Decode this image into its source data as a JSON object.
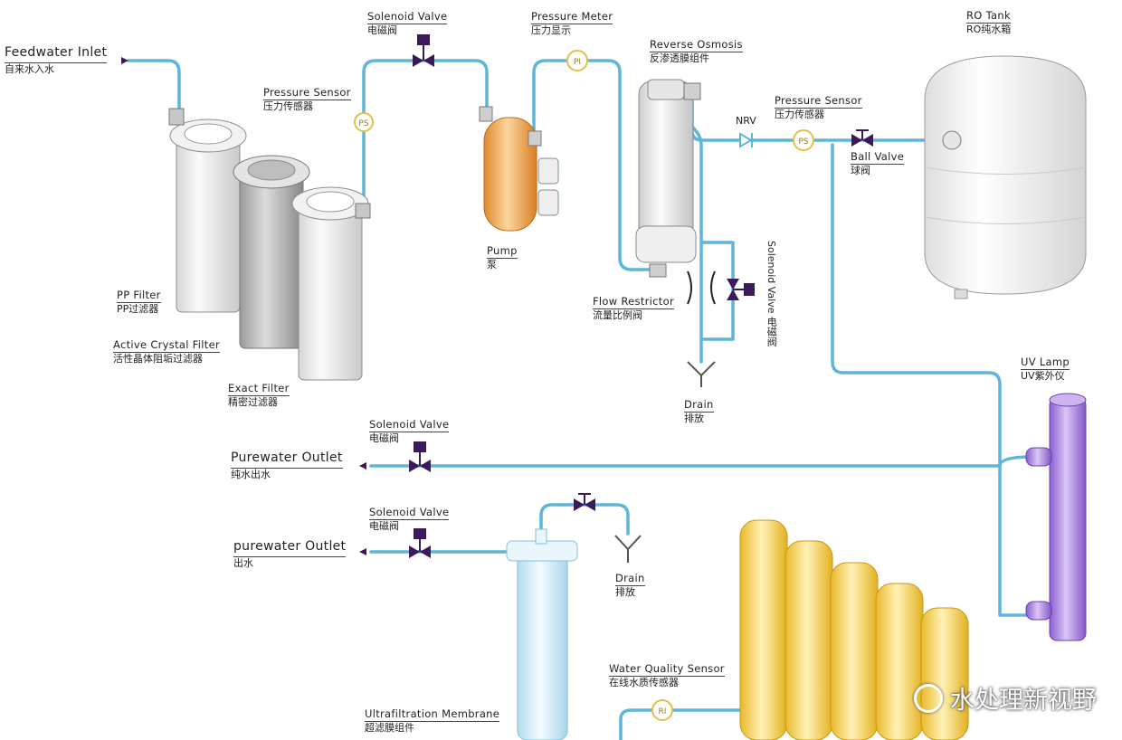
{
  "labels": {
    "feedwater": {
      "en": "Feedwater Inlet",
      "zh": "自来水入水"
    },
    "solenoid_top": {
      "en": "Solenoid Valve",
      "zh": "电磁阀"
    },
    "pressure_meter": {
      "en": "Pressure Meter",
      "zh": "压力显示"
    },
    "reverse_osmosis": {
      "en": "Reverse Osmosis",
      "zh": "反渗透膜组件"
    },
    "ro_tank": {
      "en": "RO Tank",
      "zh": "RO纯水箱"
    },
    "pressure_sensor_left": {
      "en": "Pressure Sensor",
      "zh": "压力传感器"
    },
    "pressure_sensor_right": {
      "en": "Pressure Sensor",
      "zh": "压力传感器"
    },
    "nrv": "NRV",
    "ball_valve": {
      "en": "Ball Valve",
      "zh": "球阀"
    },
    "pp_filter": {
      "en": "PP Filter",
      "zh": "PP过滤器"
    },
    "active_crystal": {
      "en": "Active Crystal Filter",
      "zh": "活性晶体阻垢过滤器"
    },
    "exact_filter": {
      "en": "Exact Filter",
      "zh": "精密过滤器"
    },
    "pump": {
      "en": "Pump",
      "zh": "泵"
    },
    "flow_restrictor": {
      "en": "Flow Restrictor",
      "zh": "流量比例阀"
    },
    "solenoid_vertical": {
      "en": "Solenoid Valve",
      "zh": "电磁阀"
    },
    "drain_upper": {
      "en": "Drain",
      "zh": "排放"
    },
    "uv_lamp": {
      "en": "UV Lamp",
      "zh": "UV紫外仪"
    },
    "solenoid_mid": {
      "en": "Solenoid Valve",
      "zh": "电磁阀"
    },
    "purewater_outlet_1": {
      "en": "Purewater Outlet",
      "zh": "纯水出水"
    },
    "solenoid_low": {
      "en": "Solenoid Valve",
      "zh": "电磁阀"
    },
    "purewater_outlet_2": {
      "en": "purewater Outlet",
      "zh": "出水"
    },
    "drain_lower": {
      "en": "Drain",
      "zh": "排放"
    },
    "water_quality": {
      "en": "Water Quality Sensor",
      "zh": "在线水质传感器"
    },
    "ultrafiltration": {
      "en": "Ultrafiltration Membrane",
      "zh": "超滤膜组件"
    }
  },
  "gauges": {
    "ps_left": "PS",
    "pi": "PI",
    "ps_right": "PS",
    "ri": "RI"
  },
  "watermark": "水处理新视野",
  "colors": {
    "pipe": "#5fb6d9",
    "valve": "#3b1a5c",
    "gauge_ring": "#e3c04a",
    "pump": "#f0a64a",
    "uv": "#b58ce8",
    "polish": "#f5d65a",
    "uf": "#cfeaf7"
  }
}
